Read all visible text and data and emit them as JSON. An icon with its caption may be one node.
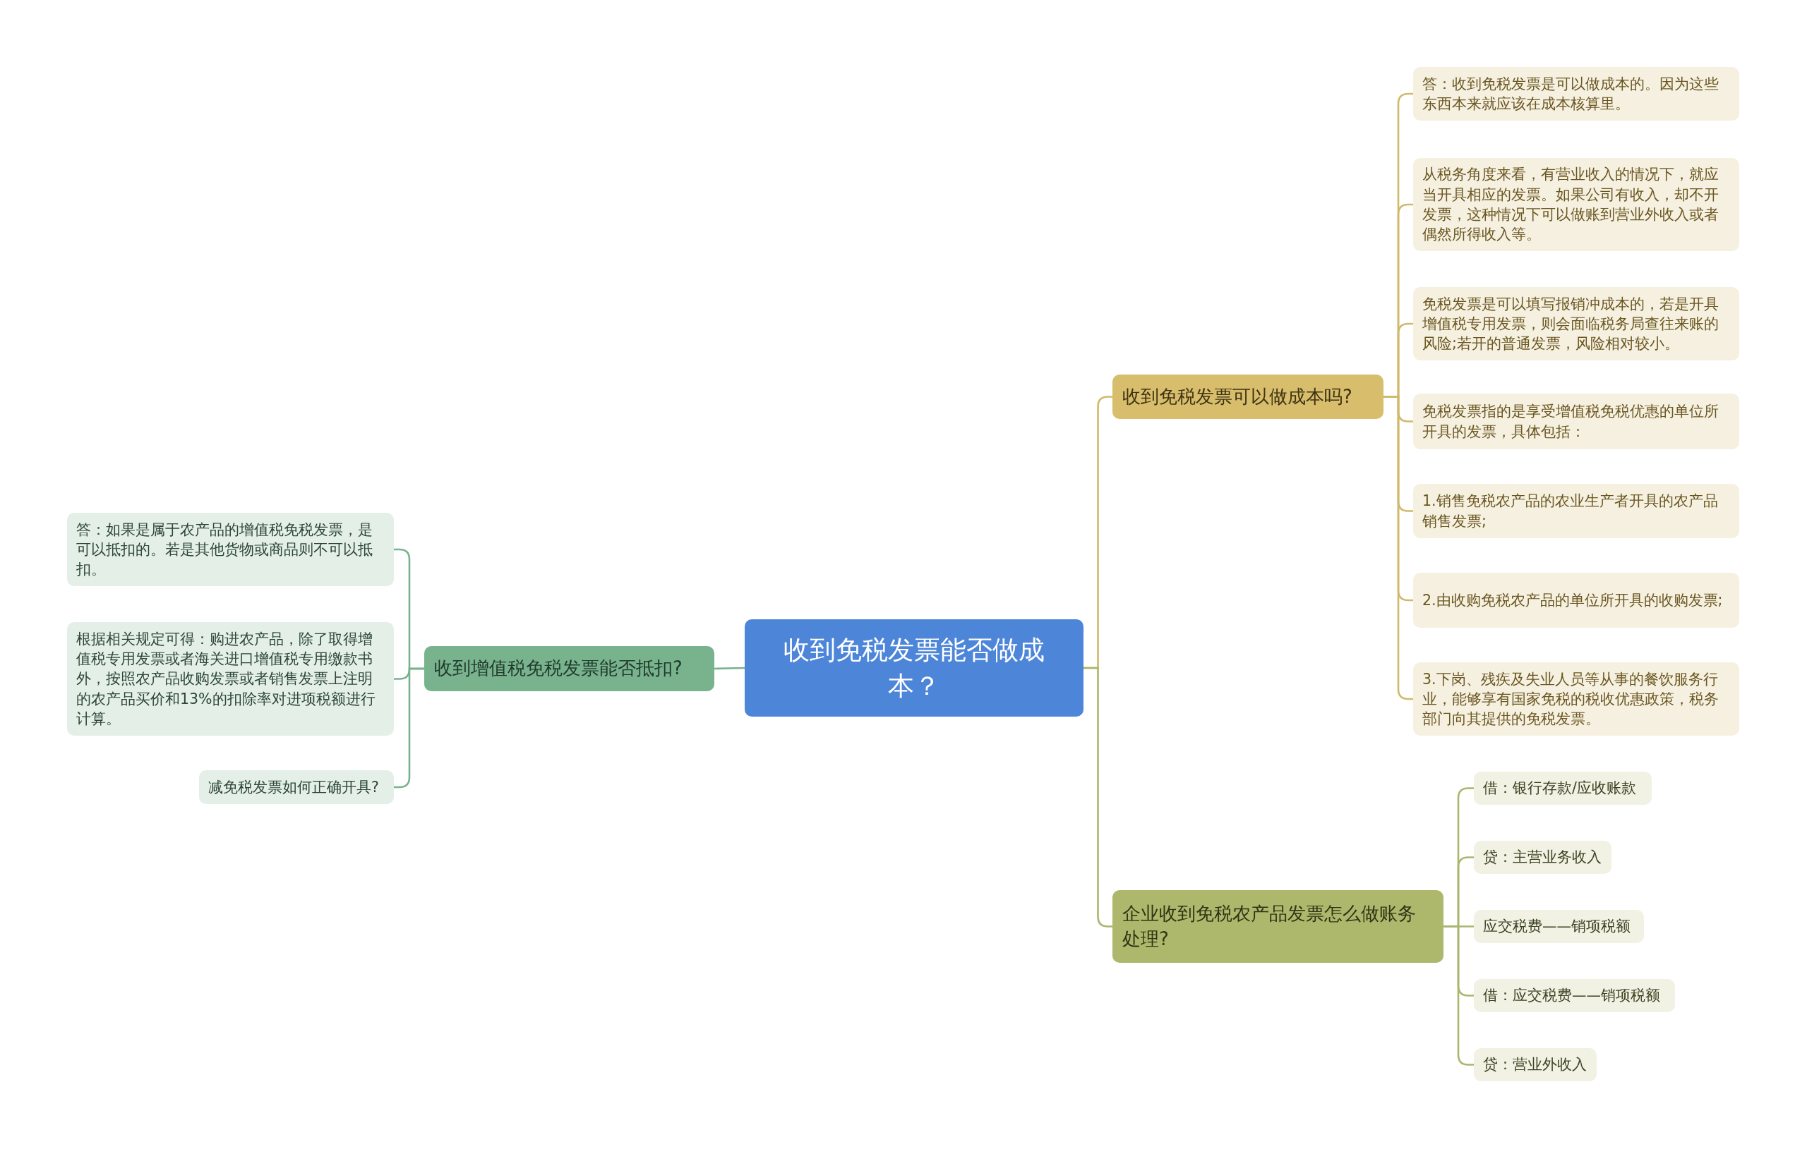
{
  "diagram": {
    "nodes": [
      {
        "text": [
          "收到免税发票能否做成本？"
        ]
      },
      {
        "text": [
          "收到增值税免税发票能否抵扣?"
        ]
      },
      {
        "text": [
          "答：如果是属于农产品的增值税免税发票，是可以抵扣的。若是其他货物或商品则不可以抵扣。"
        ]
      },
      {
        "text": [
          "根据相关规定可得：购进农产品，除了取得增值税专用发票或者海关进口增值税专用缴款书外，按照农产品收购发票或者销售发票上注明的农产品买价和13%的扣除率对进项税额进行计算。"
        ]
      },
      {
        "text": [
          "减免税发票如何正确开具?"
        ]
      },
      {
        "text": [
          "收到免税发票可以做成本吗?"
        ]
      },
      {
        "text": [
          "答：收到免税发票是可以做成本的。因为这些东西本来就应该在成本核算里。"
        ]
      },
      {
        "text": [
          "从税务角度来看，有营业收入的情况下，就应当开具相应的发票。如果公司有收入，却不开发票，这种情况下可以做账到营业外收入或者偶然所得收入等。"
        ]
      },
      {
        "text": [
          "免税发票是可以填写报销冲成本的，若是开具增值税专用发票，则会面临税务局查往来账的风险;若开的普通发票，风险相对较小。"
        ]
      },
      {
        "text": [
          "免税发票指的是享受增值税免税优惠的单位所开具的发票，具体包括："
        ]
      },
      {
        "text": [
          "1.销售免税农产品的农业生产者开具的农产品销售发票;"
        ]
      },
      {
        "text": [
          "2.由收购免税农产品的单位所开具的收购发票;"
        ]
      },
      {
        "text": [
          "3.下岗、残疾及失业人员等从事的餐饮服务行业，能够享有国家免税的税收优惠政策，税务部门向其提供的免税发票。"
        ]
      },
      {
        "text": [
          "企业收到免税农产品发票怎么做账务处理?"
        ]
      },
      {
        "text": [
          "借：银行存款/应收账款"
        ]
      },
      {
        "text": [
          "贷：主营业务收入"
        ]
      },
      {
        "text": [
          "应交税费——销项税额"
        ]
      },
      {
        "text": [
          "借：应交税费——销项税额"
        ]
      },
      {
        "text": [
          "贷：营业外收入"
        ]
      }
    ],
    "edges": [
      {
        "from": 0,
        "to": 1,
        "arrow": "none",
        "color": "#79b38e"
      },
      {
        "from": 1,
        "to": 2,
        "arrow": "none",
        "color": "#79b38e"
      },
      {
        "from": 1,
        "to": 3,
        "arrow": "none",
        "color": "#79b38e"
      },
      {
        "from": 1,
        "to": 4,
        "arrow": "none",
        "color": "#79b38e"
      },
      {
        "from": 0,
        "to": 5,
        "arrow": "none"
      },
      {
        "from": 5,
        "to": 6,
        "arrow": "none"
      },
      {
        "from": 5,
        "to": 7,
        "arrow": "none"
      },
      {
        "from": 5,
        "to": 8,
        "arrow": "none"
      },
      {
        "from": 5,
        "to": 9,
        "arrow": "none"
      },
      {
        "from": 5,
        "to": 10,
        "arrow": "none"
      },
      {
        "from": 5,
        "to": 11,
        "arrow": "none"
      },
      {
        "from": 5,
        "to": 12,
        "arrow": "none"
      },
      {
        "from": 0,
        "to": 13,
        "arrow": "none",
        "color": "#aab66c"
      },
      {
        "from": 13,
        "to": 14,
        "arrow": "none",
        "color": "#aab66c"
      },
      {
        "from": 13,
        "to": 15,
        "arrow": "none",
        "color": "#aab66c"
      },
      {
        "from": 13,
        "to": 16,
        "arrow": "none",
        "color": "#aab66c"
      },
      {
        "from": 13,
        "to": 17,
        "arrow": "none",
        "color": "#aab66c"
      },
      {
        "from": 13,
        "to": 18,
        "arrow": "none",
        "color": "#aab66c"
      }
    ]
  }
}
